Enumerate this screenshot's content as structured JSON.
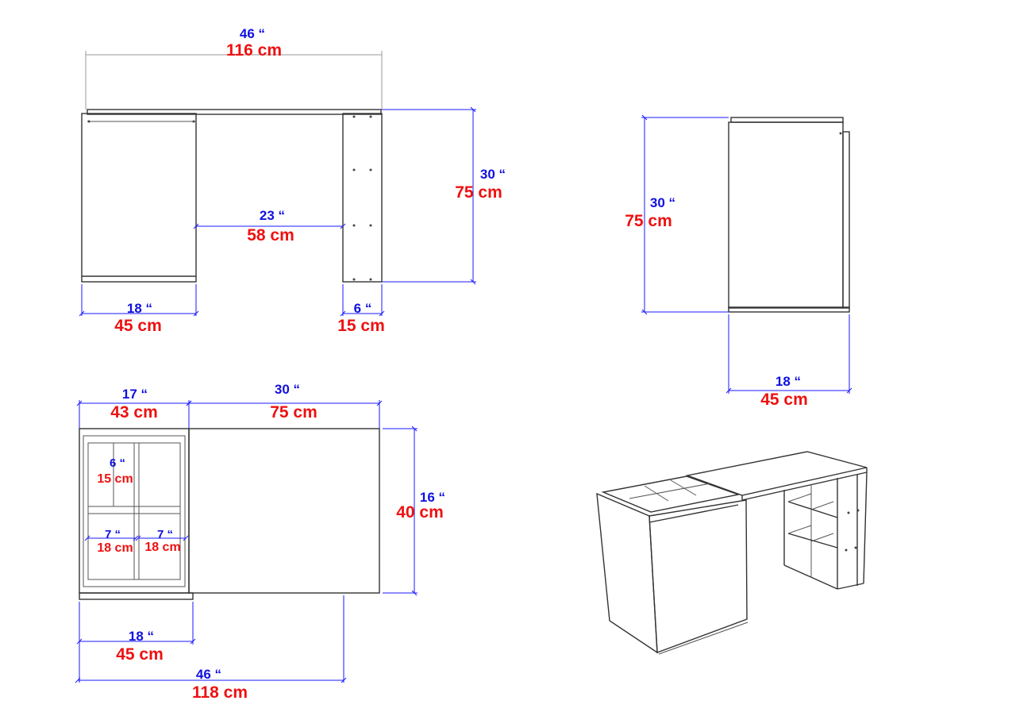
{
  "colors": {
    "inch_label": "#1010e0",
    "cm_label": "#ee1111",
    "dimension_line": "#1a1aff",
    "outline": "#333333"
  },
  "front_view": {
    "total_width": {
      "in": "46 “",
      "cm": "116 cm"
    },
    "gap_width": {
      "in": "23 “",
      "cm": "58 cm"
    },
    "height": {
      "in": "30 “",
      "cm": "75 cm"
    },
    "cabinet_width": {
      "in": "18 “",
      "cm": "45 cm"
    },
    "leg_width": {
      "in": "6 “",
      "cm": "15 cm"
    }
  },
  "side_view": {
    "height": {
      "in": "30 “",
      "cm": "75 cm"
    },
    "depth": {
      "in": "18 “",
      "cm": "45 cm"
    }
  },
  "top_view": {
    "cabinet_top_width": {
      "in": "17 “",
      "cm": "43 cm"
    },
    "desk_top_width": {
      "in": "30 “",
      "cm": "75 cm"
    },
    "depth": {
      "in": "16 “",
      "cm": "40 cm"
    },
    "compartment_height": {
      "in": "6 “",
      "cm": "15 cm"
    },
    "compartment_left": {
      "in": "7 “",
      "cm": "18 cm"
    },
    "compartment_right": {
      "in": "7 “",
      "cm": "18 cm"
    },
    "cabinet_width": {
      "in": "18 “",
      "cm": "45 cm"
    },
    "total_width": {
      "in": "46 “",
      "cm": "118 cm"
    }
  }
}
